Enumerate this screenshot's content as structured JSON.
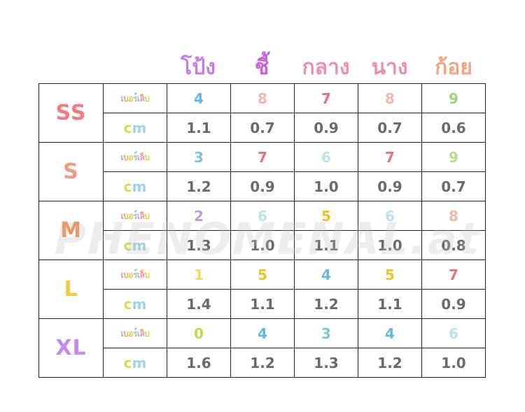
{
  "headers": {
    "thumb": "โป้ง",
    "index": "ชี้",
    "middle": "กลาง",
    "ring": "นาง",
    "pinky": "ก้อย"
  },
  "colors": {
    "thumb": "#c27ee6",
    "index": "#c761e0",
    "middle": "#ec8fa8",
    "ring": "#ef8ea2",
    "pinky": "#f4a383",
    "cm_c": "#cfe04a",
    "cm_m": "#9fd3ea",
    "measure": "#6a6a6a"
  },
  "row_labels": {
    "nail": "เบอร์เล็บ",
    "cm": "cm"
  },
  "nail_label_colors": [
    "#f28fb1",
    "#f5a56d",
    "#d9cf4e",
    "#8fd3a3",
    "#8fc6ec",
    "#c79ae9"
  ],
  "sizes": [
    {
      "label": "SS",
      "color": "#f07b82",
      "nail": [
        "4",
        "8",
        "7",
        "8",
        "9"
      ],
      "nail_colors": [
        "#64b6e3",
        "#f2b6b0",
        "#ea6f7e",
        "#f2b6b0",
        "#9dd47c"
      ],
      "cm": [
        "1.1",
        "0.7",
        "0.9",
        "0.7",
        "0.6"
      ]
    },
    {
      "label": "S",
      "color": "#f39a84",
      "nail": [
        "3",
        "7",
        "6",
        "7",
        "9"
      ],
      "nail_colors": [
        "#7cc7cf",
        "#ea6f7e",
        "#bde0ef",
        "#ea6f7e",
        "#b4dc8a"
      ],
      "cm": [
        "1.2",
        "0.9",
        "1.0",
        "0.9",
        "0.7"
      ]
    },
    {
      "label": "M",
      "color": "#f0904d",
      "nail": [
        "2",
        "6",
        "5",
        "6",
        "8"
      ],
      "nail_colors": [
        "#c29bdb",
        "#bde0ef",
        "#f3c21e",
        "#bde0ef",
        "#f2b6b0"
      ],
      "cm": [
        "1.3",
        "1.0",
        "1.1",
        "1.0",
        "0.8"
      ]
    },
    {
      "label": "L",
      "color": "#f4cc3a",
      "nail": [
        "1",
        "5",
        "4",
        "5",
        "7"
      ],
      "nail_colors": [
        "#f2d95e",
        "#f3c21e",
        "#64b6e3",
        "#f3c21e",
        "#ea6f7e"
      ],
      "cm": [
        "1.4",
        "1.1",
        "1.2",
        "1.1",
        "0.9"
      ]
    },
    {
      "label": "XL",
      "color": "#c689ee",
      "nail": [
        "0",
        "4",
        "3",
        "4",
        "6"
      ],
      "nail_colors": [
        "#c6d944",
        "#64b6e3",
        "#7cc7cf",
        "#64b6e3",
        "#bde0ef"
      ],
      "cm": [
        "1.6",
        "1.2",
        "1.3",
        "1.2",
        "1.0"
      ]
    }
  ],
  "watermark": "PHENOMENAL.at"
}
